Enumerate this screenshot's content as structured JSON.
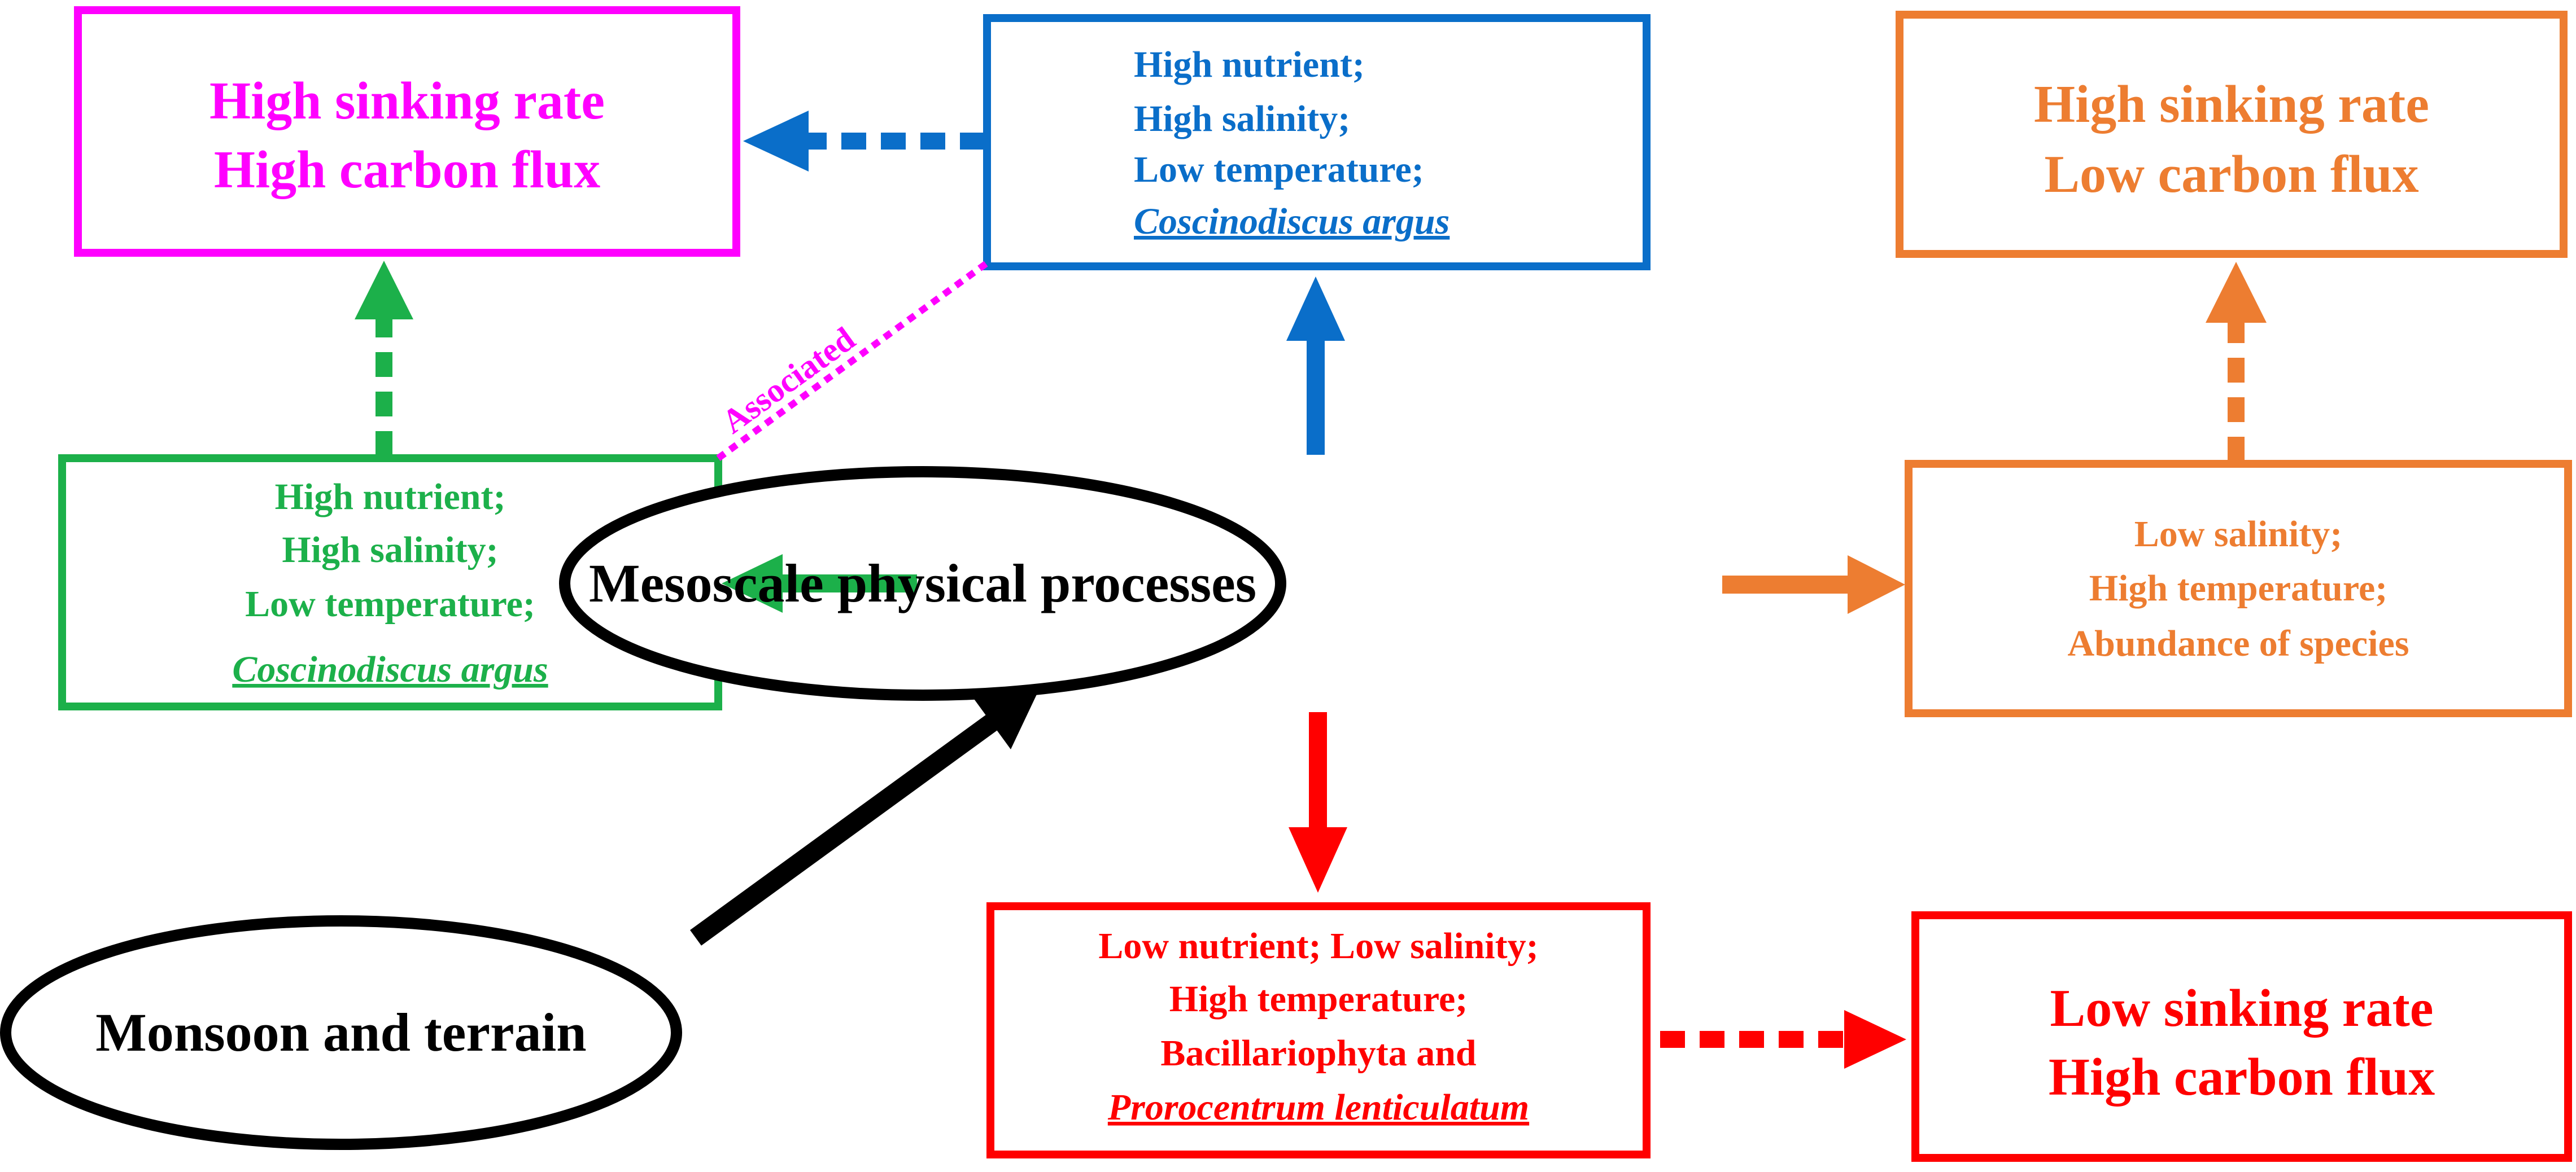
{
  "colors": {
    "magenta": "#ff00ff",
    "blue": "#0a6ec9",
    "orange": "#ed7d31",
    "green": "#1cb04a",
    "red": "#ff0000",
    "black": "#000000"
  },
  "nodes": {
    "center": {
      "label": "Mesoscale physical processes"
    },
    "monsoon": {
      "label": "Monsoon and terrain"
    },
    "magenta_outcome": {
      "line1": "High sinking rate",
      "line2": "High carbon flux"
    },
    "blue_conditions": {
      "line1": "High nutrient;",
      "line2": "High salinity;",
      "line3": "Low temperature;",
      "species": "Coscinodiscus argus"
    },
    "orange_outcome": {
      "line1": "High sinking rate",
      "line2": "Low carbon flux"
    },
    "green_conditions": {
      "line1": "High nutrient;",
      "line2": "High salinity;",
      "line3": "Low temperature;",
      "species": "Coscinodiscus argus"
    },
    "orange_conditions": {
      "line1": "Low salinity;",
      "line2": "High temperature;",
      "line3": "Abundance of species"
    },
    "red_conditions": {
      "line1": "Low nutrient; Low salinity;",
      "line2": "High temperature;",
      "line3": "Bacillariophyta and",
      "species": "Prorocentrum lenticulatum"
    },
    "red_outcome": {
      "line1": "Low sinking rate",
      "line2": "High carbon flux"
    }
  },
  "connectors": {
    "associated_label": "Associated"
  }
}
